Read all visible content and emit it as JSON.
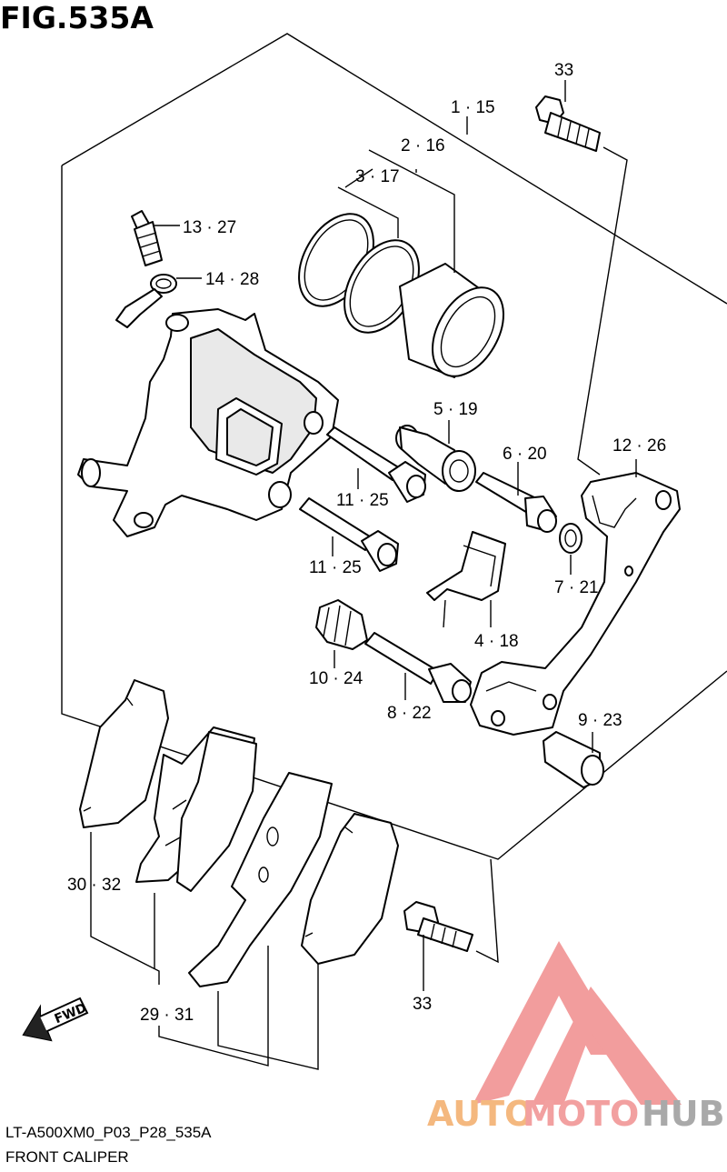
{
  "figure": {
    "title": "FIG.535A",
    "code": "LT-A500XM0_P03_P28_535A",
    "name": "FRONT CALIPER"
  },
  "callouts": {
    "c33_top": "33",
    "c1_15": "1 · 15",
    "c2_16": "2 · 16",
    "c3_17": "3 · 17",
    "c13_27": "13 · 27",
    "c14_28": "14 · 28",
    "c5_19": "5 · 19",
    "c6_20": "6 · 20",
    "c12_26": "12 · 26",
    "c11_25_a": "11 · 25",
    "c11_25_b": "11 · 25",
    "c7_21": "7 · 21",
    "c4_18": "4 · 18",
    "c10_24": "10 · 24",
    "c8_22": "8 · 22",
    "c9_23": "9 · 23",
    "c30_32": "30 · 32",
    "c29_31": "29 · 31",
    "c33_bottom": "33"
  },
  "fwd_arrow": {
    "label": "FWD"
  },
  "watermark": {
    "part1": "AUTO",
    "part2": "MOTO",
    "part3": "HUB",
    "colors": {
      "auto": "#f4b87f",
      "moto": "#f2a0a0",
      "hub": "#a9a9a9",
      "logo": "#f08c8c"
    }
  }
}
